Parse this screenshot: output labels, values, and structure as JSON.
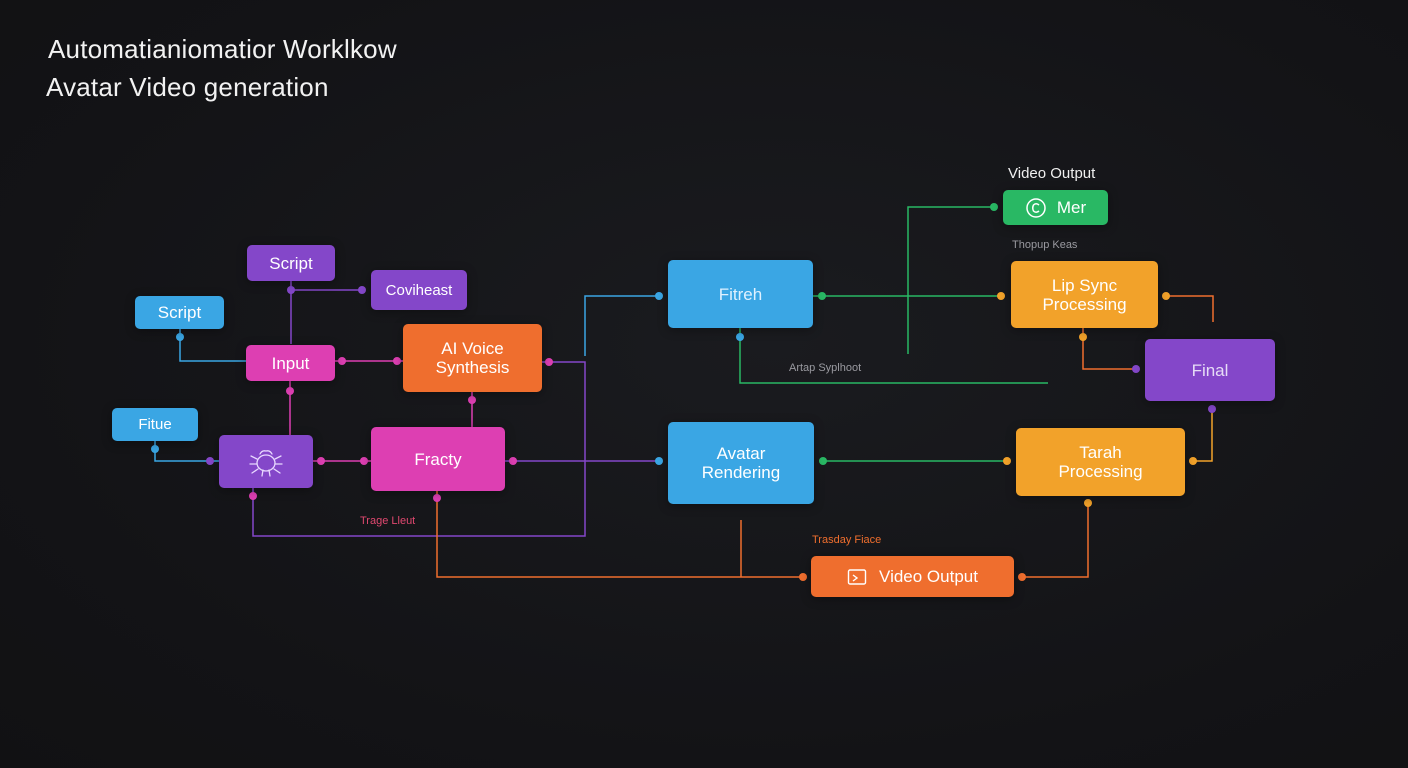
{
  "header": {
    "title": "Automatianiomatior Worklkow",
    "subtitle": "Avatar Video generation"
  },
  "colors": {
    "background": "#141416",
    "blue": "#3aa6e4",
    "purple": "#8447c9",
    "magenta": "#dd3fb2",
    "orange": "#ef6e2e",
    "amber": "#f2a22a",
    "green": "#29b864"
  },
  "nodes": {
    "script_top": "Script",
    "script_left": "Script",
    "coviheast": "Coviheast",
    "input": "Input",
    "ai_voice": "AI Voice\nSynthesis",
    "fitue": "Fitue",
    "fracty": "Fracty",
    "fitreh": "Fitreh",
    "avatar_rendering": "Avatar\nRendering",
    "mer": "Mer",
    "lip_sync": "Lip Sync\nProcessing",
    "final": "Final",
    "tarah": "Tarah\nProcessing",
    "video_output": "Video Output"
  },
  "icons": {
    "mer": "copyright-icon",
    "video_output": "video-frame-icon",
    "bug": "bug-icon"
  },
  "labels": {
    "video_output_top": "Video Output",
    "thopup_keas": "Thopup Keas",
    "artap_syplhoot": "Artap Syplhoot",
    "trage_lleut": "Trage Lleut",
    "trasday_fiace": "Trasday Fiace"
  }
}
